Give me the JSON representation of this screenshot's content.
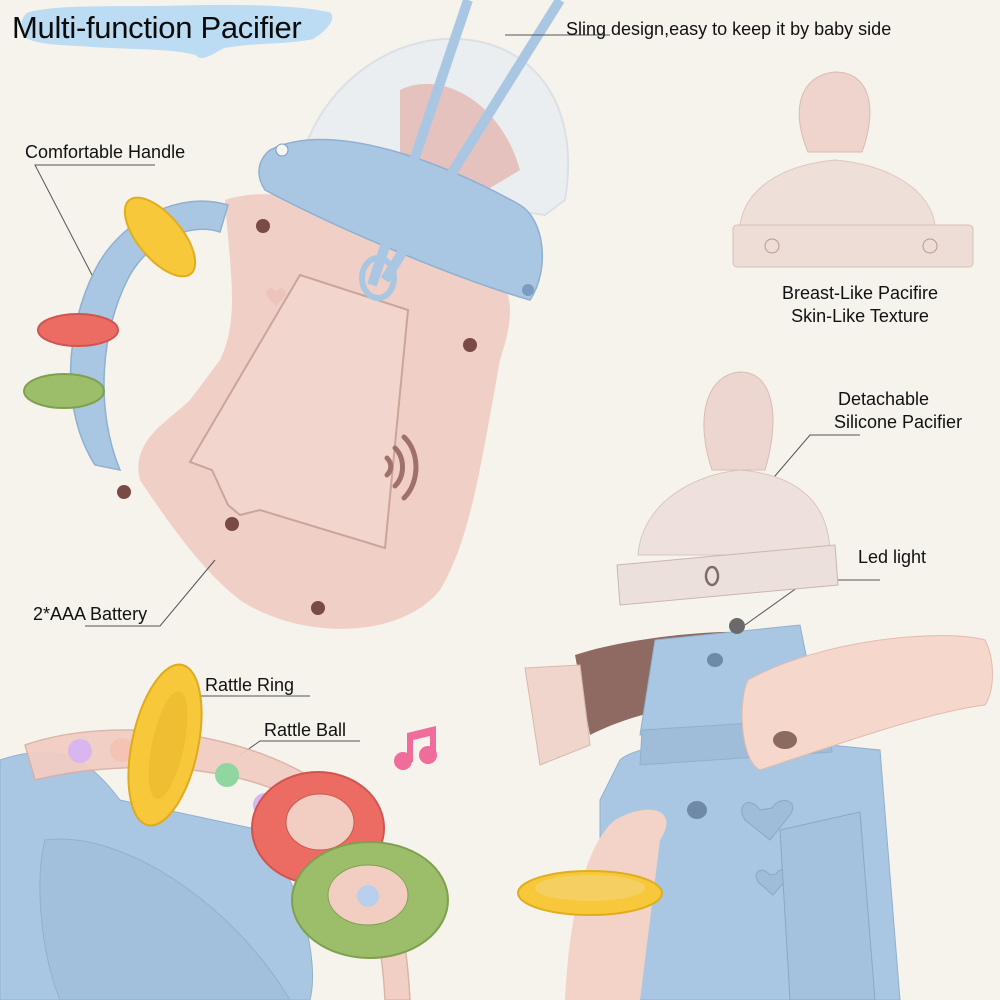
{
  "title": "Multi-function Pacifier",
  "callouts": {
    "sling": "Sling design,easy to keep it by baby side",
    "handle": "Comfortable Handle",
    "breast_like_line1": "Breast-Like Pacifire",
    "breast_like_line2": "Skin-Like Texture",
    "detachable_line1": "Detachable",
    "detachable_line2": "Silicone Pacifier",
    "led": "Led light",
    "battery": "2*AAA Battery",
    "rattle_ring": "Rattle Ring",
    "rattle_ball": "Rattle Ball"
  },
  "colors": {
    "background": "#f6f3ec",
    "title_blob": "#bcdcf3",
    "body_pink": "#f0cfc6",
    "body_blue": "#a9c7e3",
    "ring_yellow": "#f7c93a",
    "ring_red": "#ec6b63",
    "ring_green": "#9cbe6a",
    "music_note": "#ef6c9b",
    "silicone": "#eedcd6"
  },
  "icons": [
    "music-note-icon",
    "sound-wave-icon",
    "heart-icon"
  ]
}
